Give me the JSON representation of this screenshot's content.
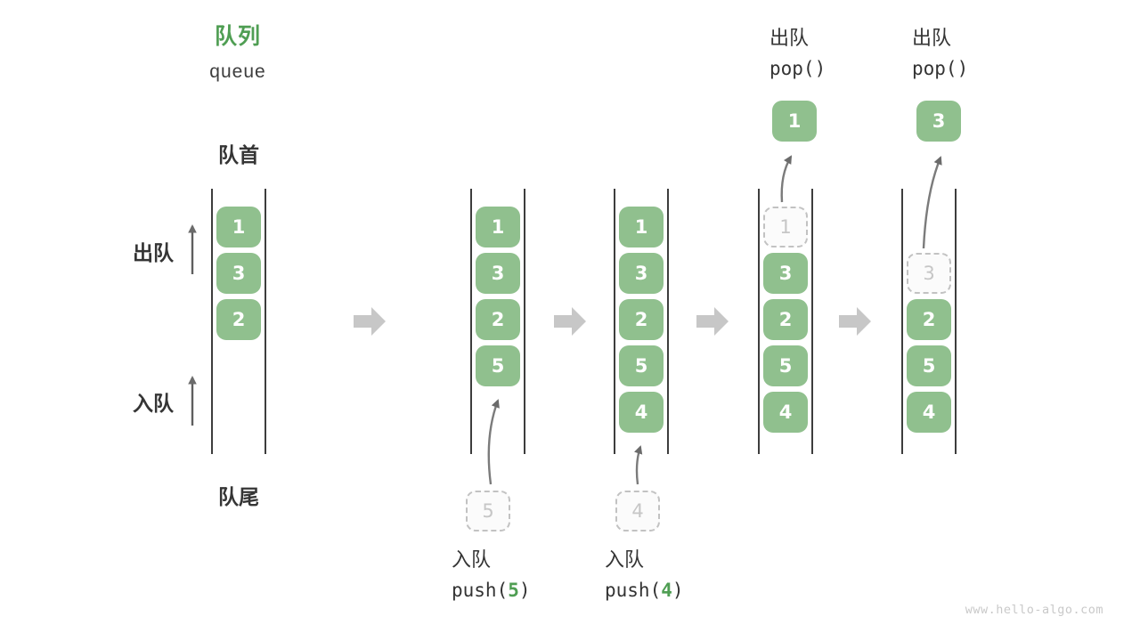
{
  "title": {
    "zh": "队列",
    "en": "queue"
  },
  "side_labels": {
    "front": "队首",
    "rear": "队尾",
    "dequeue": "出队",
    "enqueue": "入队"
  },
  "queue_states": [
    {
      "name": "initial",
      "items": [
        {
          "value": "1",
          "slot": 0,
          "style": "normal"
        },
        {
          "value": "3",
          "slot": 1,
          "style": "normal"
        },
        {
          "value": "2",
          "slot": 2,
          "style": "normal"
        }
      ]
    },
    {
      "name": "after-push-5",
      "items": [
        {
          "value": "1",
          "slot": 0,
          "style": "normal"
        },
        {
          "value": "3",
          "slot": 1,
          "style": "normal"
        },
        {
          "value": "2",
          "slot": 2,
          "style": "normal"
        },
        {
          "value": "5",
          "slot": 3,
          "style": "normal"
        }
      ]
    },
    {
      "name": "after-push-4",
      "items": [
        {
          "value": "1",
          "slot": 0,
          "style": "normal"
        },
        {
          "value": "3",
          "slot": 1,
          "style": "normal"
        },
        {
          "value": "2",
          "slot": 2,
          "style": "normal"
        },
        {
          "value": "5",
          "slot": 3,
          "style": "normal"
        },
        {
          "value": "4",
          "slot": 4,
          "style": "normal"
        }
      ]
    },
    {
      "name": "after-pop-1",
      "items": [
        {
          "value": "1",
          "slot": 0,
          "style": "dashed"
        },
        {
          "value": "3",
          "slot": 1,
          "style": "normal"
        },
        {
          "value": "2",
          "slot": 2,
          "style": "normal"
        },
        {
          "value": "5",
          "slot": 3,
          "style": "normal"
        },
        {
          "value": "4",
          "slot": 4,
          "style": "normal"
        }
      ]
    },
    {
      "name": "after-pop-3",
      "items": [
        {
          "value": "3",
          "slot": 1,
          "style": "dashed"
        },
        {
          "value": "2",
          "slot": 2,
          "style": "normal"
        },
        {
          "value": "5",
          "slot": 3,
          "style": "normal"
        },
        {
          "value": "4",
          "slot": 4,
          "style": "normal"
        }
      ]
    }
  ],
  "staged_items": [
    {
      "value": "5"
    },
    {
      "value": "4"
    }
  ],
  "popped_items": [
    {
      "value": "1"
    },
    {
      "value": "3"
    }
  ],
  "operations": {
    "push_5": {
      "label": "入队",
      "code_prefix": "push(",
      "arg": "5",
      "code_suffix": ")"
    },
    "push_4": {
      "label": "入队",
      "code_prefix": "push(",
      "arg": "4",
      "code_suffix": ")"
    },
    "pop_first": {
      "label": "出队",
      "code": "pop()"
    },
    "pop_second": {
      "label": "出队",
      "code": "pop()"
    }
  },
  "watermark": "www.hello-algo.com",
  "colors": {
    "box_green": "#90c08e",
    "accent_green": "#4f9e53",
    "dashed_border": "#c2c2c2",
    "dashed_text": "#c6c6c6",
    "line_dark": "#3d3d3d",
    "thin_arrow": "#6b6b6b",
    "block_arrow": "#c7c7c7",
    "text_dark": "#353535",
    "watermark_gray": "#c9c9c9"
  }
}
